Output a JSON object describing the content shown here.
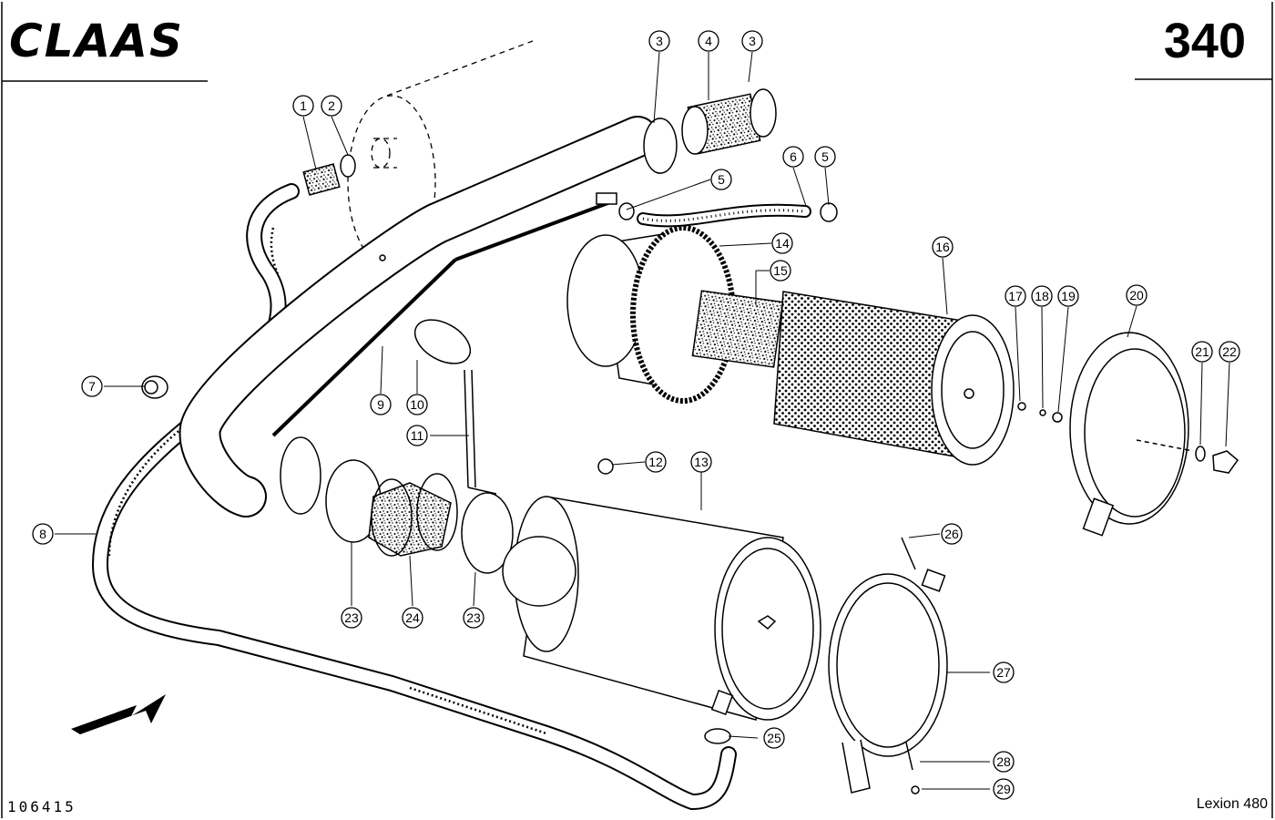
{
  "header": {
    "brand": "CLAAS",
    "page_number": "340"
  },
  "footer": {
    "drawing_number": "106415",
    "model": "Lexion 480"
  },
  "callouts": [
    {
      "id": "c1",
      "label": "1"
    },
    {
      "id": "c2",
      "label": "2"
    },
    {
      "id": "c3a",
      "label": "3"
    },
    {
      "id": "c4",
      "label": "4"
    },
    {
      "id": "c3b",
      "label": "3"
    },
    {
      "id": "c5a",
      "label": "5"
    },
    {
      "id": "c6",
      "label": "6"
    },
    {
      "id": "c5b",
      "label": "5"
    },
    {
      "id": "c7",
      "label": "7"
    },
    {
      "id": "c8",
      "label": "8"
    },
    {
      "id": "c9",
      "label": "9"
    },
    {
      "id": "c10",
      "label": "10"
    },
    {
      "id": "c11",
      "label": "11"
    },
    {
      "id": "c12",
      "label": "12"
    },
    {
      "id": "c13",
      "label": "13"
    },
    {
      "id": "c14",
      "label": "14"
    },
    {
      "id": "c15",
      "label": "15"
    },
    {
      "id": "c16",
      "label": "16"
    },
    {
      "id": "c17",
      "label": "17"
    },
    {
      "id": "c18",
      "label": "18"
    },
    {
      "id": "c19",
      "label": "19"
    },
    {
      "id": "c20",
      "label": "20"
    },
    {
      "id": "c21",
      "label": "21"
    },
    {
      "id": "c22",
      "label": "22"
    },
    {
      "id": "c23a",
      "label": "23"
    },
    {
      "id": "c24",
      "label": "24"
    },
    {
      "id": "c23b",
      "label": "23"
    },
    {
      "id": "c25",
      "label": "25"
    },
    {
      "id": "c26",
      "label": "26"
    },
    {
      "id": "c27",
      "label": "27"
    },
    {
      "id": "c28",
      "label": "28"
    },
    {
      "id": "c29",
      "label": "29"
    }
  ]
}
